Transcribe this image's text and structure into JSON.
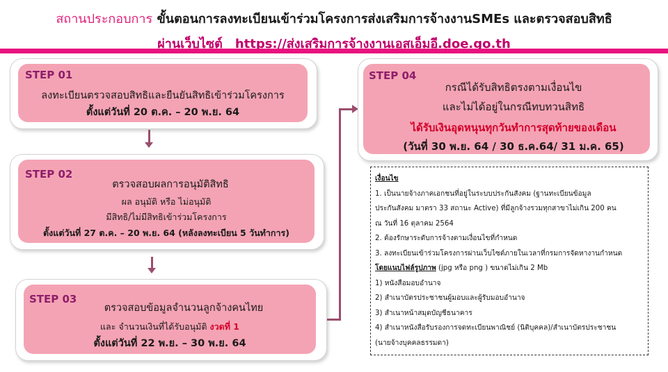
{
  "header": {
    "prefix": "สถานประกอบการ",
    "title": "ขั้นตอนการลงทะเบียนเข้าร่วมโครงการส่งเสริมการจ้างงานSMEs และตรวจสอบสิทธิ",
    "via_label": "ผ่านเว็บไซต์",
    "url": "https://ส่งเสริมการจ้างงานเอสเอ็มอี.doe.go.th"
  },
  "step1": {
    "label": "STEP 01",
    "line1": "ลงทะเบียนตรวจสอบสิทธิและยืนยันสิทธิเข้าร่วมโครงการ",
    "line2": "ตั้งแต่วันที่ 20 ต.ค. – 20 พ.ย. 64"
  },
  "step2": {
    "label": "STEP 02",
    "line1": "ตรวจสอบผลการอนุมัติสิทธิ",
    "line2": "ผล อนุมัติ หรือ ไม่อนุมัติ",
    "line3": "มีสิทธิ/ไม่มีสิทธิเข้าร่วมโครงการ",
    "line4": "ตั้งแต่วันที่ 27 ต.ค. – 20 พ.ย. 64  (หลังลงทะเบียน 5 วันทำการ)"
  },
  "step3": {
    "label": "STEP 03",
    "line1": "ตรวจสอบข้อมูลจำนวนลูกจ้างคนไทย",
    "line2": "และ จำนวนเงินที่ได้รับอนุมัติ",
    "line2_red": "งวดที่ 1",
    "line3": "ตั้งแต่วันที่ 22 พ.ย. – 30 พ.ย. 64"
  },
  "step4": {
    "label": "STEP 04",
    "line1": "กรณีได้รับสิทธิตรงตามเงื่อนไข",
    "line2": "และไม่ได้อยู่ในกรณีทบทวนสิทธิ",
    "line3": "ได้รับเงินอุดหนุนทุกวันทำการสุดท้ายของเดือน",
    "line4": "(วันที่ 30 พ.ย. 64 / 30 ธ.ค.64/ 31 ม.ค. 65)"
  },
  "conditions": {
    "title": "เงื่อนไข",
    "items": [
      "1. เป็นนายจ้างภาคเอกชนที่อยู่ในระบบประกันสังคม (ฐานทะเบียนข้อมูล",
      "ประกันสังคม มาตรา 33 สถานะ Active) ที่มีลูกจ้างรวมทุกสาขาไม่เกิน 200 คน",
      "ณ วันที่ 16 ตุลาคม 2564",
      "2. ต้องรักษาระดับการจ้างตามเงื่อนไขที่กำหนด",
      "3. ลงทะเบียนเข้าร่วมโครงการผ่านเว็บไซต์ภายในเวลาที่กรมการจัดหางานกำหนด"
    ],
    "attach_label": "โดยแนบไฟล์รูปภาพ",
    "attach_detail": " (jpg หรือ png ) ขนาดไม่เกิน 2 Mb",
    "docs": [
      "1) หนังสือมอบอำนาจ",
      "2) สำเนาบัตรประชาชนผู้มอบและผู้รับมอบอำนาจ",
      "3) สำเนาหน้าสมุดบัญชีธนาคาร",
      "4) สำเนาหนังสือรับรองการจดทะเบียนพาณิชย์ (นิติบุคคล)/สำเนาบัตรประชาชน",
      "(นายจ้างบุคคลธรรมดา)"
    ]
  },
  "colors": {
    "accent": "#e8117f",
    "card_fill": "#f4a3b4",
    "step_label": "#8e1e6a",
    "highlight_red": "#d4002a"
  }
}
